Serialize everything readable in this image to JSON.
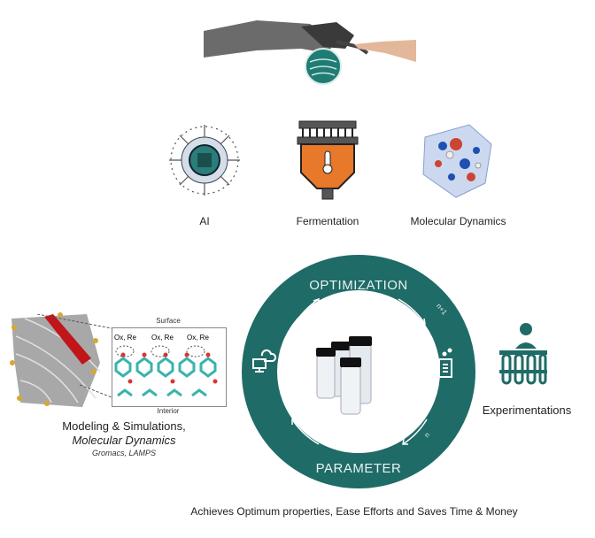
{
  "colors": {
    "ring": "#1f6b67",
    "fermenter": "#e8782a",
    "ai": "#2a7d78",
    "md_red": "#c0161a"
  },
  "icons": [
    {
      "label": "AI",
      "icon": "ai-chip-icon"
    },
    {
      "label": "Fermentation",
      "icon": "fermenter-icon"
    },
    {
      "label": "Molecular Dynamics",
      "icon": "molecule-box-icon"
    }
  ],
  "cycle": {
    "top": "OPTIMIZATION",
    "bottom": "PARAMETER",
    "step_next": "n+1",
    "step_current": "n"
  },
  "modeling": {
    "surface": "Surface",
    "interior": "Interior",
    "site_labels": [
      "Ox, Re",
      "Ox, Re",
      "Ox, Re"
    ],
    "title": "Modeling & Simulations,",
    "subtitle": "Molecular Dynamics",
    "tools": "Gromacs, LAMPS"
  },
  "experiment": {
    "label": "Experimentations"
  },
  "footer": "Achieves Optimum properties, Ease Efforts and Saves Time & Money"
}
